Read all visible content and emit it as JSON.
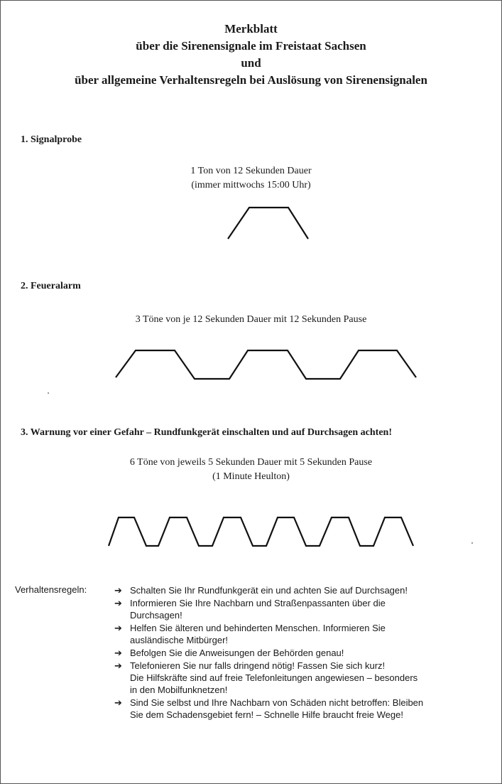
{
  "title": {
    "line1": "Merkblatt",
    "line2": "über die Sirenensignale im Freistaat Sachsen",
    "line3": "und",
    "line4": "über allgemeine Verhaltensregeln bei Auslösung von Sirenensignalen"
  },
  "sections": [
    {
      "heading": "1. Signalprobe",
      "caption_lines": [
        "1 Ton von 12 Sekunden Dauer",
        "(immer mittwochs 15:00 Uhr)"
      ],
      "tones": 1
    },
    {
      "heading": "2. Feueralarm",
      "caption_lines": [
        "3 Töne von je 12 Sekunden Dauer mit 12 Sekunden Pause"
      ],
      "tones": 3
    },
    {
      "heading": "3. Warnung vor einer Gefahr – Rundfunkgerät einschalten und auf Durchsagen achten!",
      "caption_lines": [
        "6 Töne von jeweils 5 Sekunden Dauer mit 5 Sekunden Pause",
        "(1 Minute Heulton)"
      ],
      "tones": 6
    }
  ],
  "rules": {
    "label": "Verhaltensregeln:",
    "arrow": "➔",
    "items": [
      [
        "Schalten Sie Ihr Rundfunkgerät ein und achten Sie auf Durchsagen!"
      ],
      [
        "Informieren Sie Ihre Nachbarn und Straßenpassanten über die",
        "Durchsagen!"
      ],
      [
        "Helfen Sie älteren und behinderten Menschen. Informieren Sie",
        "ausländische Mitbürger!"
      ],
      [
        "Befolgen Sie die Anweisungen der Behörden genau!"
      ],
      [
        "Telefonieren Sie nur falls dringend nötig! Fassen Sie sich kurz!",
        "Die Hilfskräfte sind auf freie Telefonleitungen angewiesen – besonders",
        "in den Mobilfunknetzen!"
      ],
      [
        "Sind Sie selbst und Ihre Nachbarn von Schäden nicht betroffen: Bleiben",
        "Sie dem Schadensgebiet fern! – Schnelle Hilfe braucht freie Wege!"
      ]
    ]
  }
}
